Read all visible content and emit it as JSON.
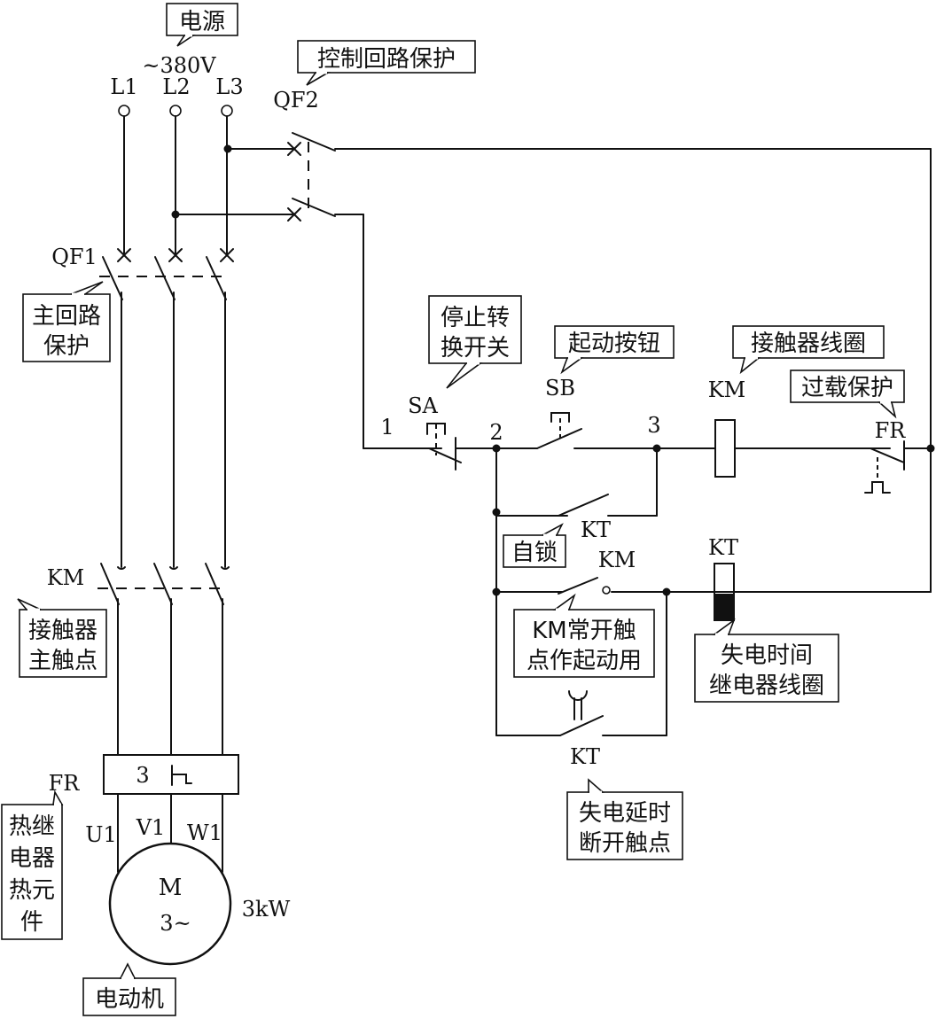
{
  "labels": {
    "power": "电源",
    "voltage": "~380V",
    "L1": "L1",
    "L2": "L2",
    "L3": "L3",
    "QF2": "QF2",
    "qf2_note": "控制回路保护",
    "QF1": "QF1",
    "qf1_note_1": "主回路",
    "qf1_note_2": "保护",
    "sa_note_1": "停止转",
    "sa_note_2": "换开关",
    "SA": "SA",
    "sb_note": "起动按钮",
    "SB": "SB",
    "km_coil_note": "接触器线圈",
    "KM_coil": "KM",
    "fr_note": "过载保护",
    "FR_ctrl": "FR",
    "node1": "1",
    "node2": "2",
    "node3": "3",
    "KT_hold": "KT",
    "self_lock": "自锁",
    "KM_aux": "KM",
    "KT_coil": "KT",
    "km_aux_note_1": "KM常开触",
    "km_aux_note_2": "点作起动用",
    "kt_coil_note_1": "失电时间",
    "kt_coil_note_2": "继电器线圈",
    "KT_delay": "KT",
    "kt_delay_note_1": "失电延时",
    "kt_delay_note_2": "断开触点",
    "KM_main": "KM",
    "km_main_note_1": "接触器",
    "km_main_note_2": "主触点",
    "FR_main": "FR",
    "fr_count": "3",
    "fr_main_note": [
      "热继",
      "电器",
      "热元",
      "件"
    ],
    "U1": "U1",
    "V1": "V1",
    "W1": "W1",
    "motor_M": "M",
    "motor_phase": "3~",
    "power_rating": "3kW",
    "motor_note": "电动机"
  }
}
